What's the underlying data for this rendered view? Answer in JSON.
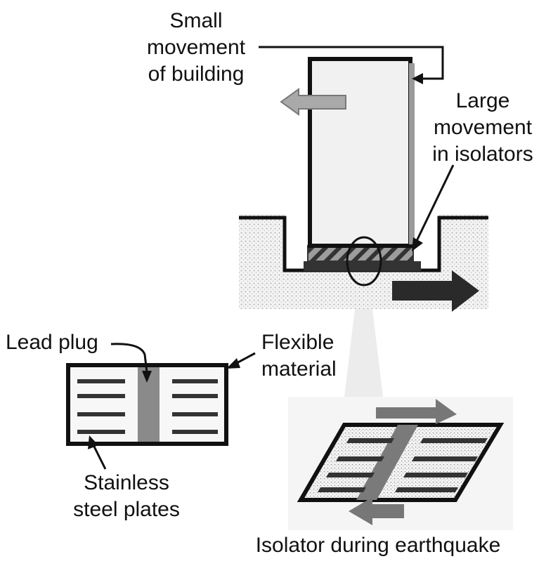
{
  "labels": {
    "small_movement": [
      "Small",
      "movement",
      "of building"
    ],
    "large_movement": [
      "Large",
      "movement",
      "in isolators"
    ],
    "lead_plug": "Lead plug",
    "flexible_material": [
      "Flexible",
      "material"
    ],
    "stainless_steel": [
      "Stainless",
      "steel plates"
    ],
    "isolator_caption": "Isolator during earthquake"
  },
  "colors": {
    "ink": "#111111",
    "ground": "#d6d6d6",
    "arrow_gray": "#a9a9a9",
    "arrow_dark": "#2a2a2a",
    "lead": "#8a8a8a",
    "plates": "#333333",
    "isolator_fill": "#ececec"
  }
}
